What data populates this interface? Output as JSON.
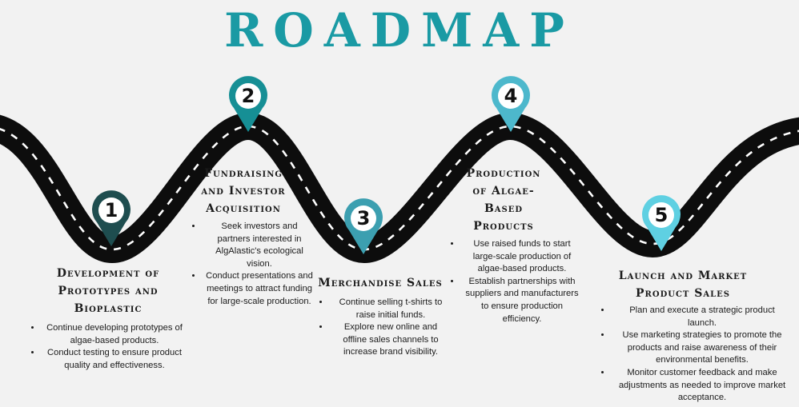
{
  "title": "ROADMAP",
  "milestones": [
    {
      "number": "1",
      "color": "#1e4d4f",
      "heading": "Development of Prototypes and Bioplastic",
      "items": [
        "Continue developing prototypes of algae-based products.",
        "Conduct testing  to ensure product quality and effectiveness."
      ]
    },
    {
      "number": "2",
      "color": "#168f95",
      "heading": "Fundraising and Investor Acquisition",
      "items": [
        "Seek investors and partners interested in AlgAlastic's ecological vision.",
        "Conduct presentations and meetings to attract funding for large-scale production."
      ]
    },
    {
      "number": "3",
      "color": "#3c9fb0",
      "heading": "Merchandise Sales",
      "items": [
        "Continue selling t-shirts to raise initial funds.",
        "Explore new online and offline sales channels to increase brand visibility."
      ]
    },
    {
      "number": "4",
      "color": "#4db8cc",
      "heading": "Production of Algae-Based Products",
      "items": [
        "Use raised funds to start large-scale production of algae-based products.",
        "Establish partnerships with suppliers and manufacturers to ensure production efficiency."
      ]
    },
    {
      "number": "5",
      "color": "#5fd0e2",
      "heading": "Launch and Market Product Sales",
      "items": [
        "Plan and execute a strategic product launch.",
        "Use marketing strategies to promote the products and raise awareness of their environmental benefits.",
        "Monitor customer feedback and make adjustments as needed to improve market acceptance."
      ]
    }
  ]
}
